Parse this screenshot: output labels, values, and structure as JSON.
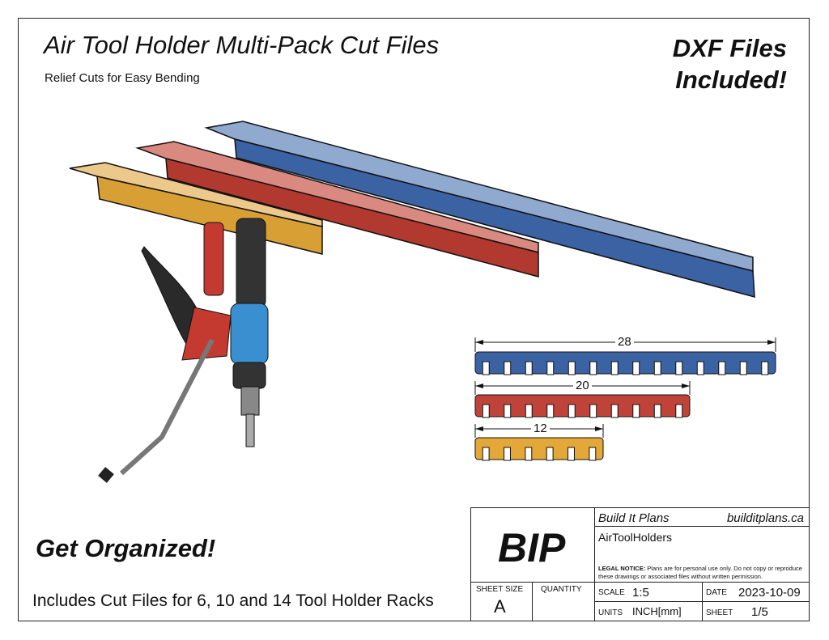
{
  "title": "Air Tool Holder Multi-Pack Cut Files",
  "subtitle": "Relief Cuts for Easy Bending",
  "dxf_line1": "DXF Files",
  "dxf_line2": "Included!",
  "get_organized": "Get Organized!",
  "includes": "Includes Cut Files for 6, 10 and 14 Tool Holder Racks",
  "dimensions": {
    "long": "28",
    "medium": "20",
    "short": "12"
  },
  "colors": {
    "blue": "#3b62a3",
    "red": "#c0433a",
    "yellow": "#e4a838"
  },
  "title_block": {
    "company": "Build It Plans",
    "website": "builditplans.ca",
    "logo": "BIP",
    "drawing_name": "AirToolHolders",
    "legal_label": "LEGAL NOTICE:",
    "legal_text": "Plans are for personal use only. Do not copy or reproduce these drawings or associated files without written permission.",
    "sheet_size_label": "SHEET SIZE",
    "sheet_size": "A",
    "quantity_label": "QUANTITY",
    "scale_label": "SCALE",
    "scale": "1:5",
    "date_label": "DATE",
    "date": "2023-10-09",
    "units_label": "UNITS",
    "units": "INCH[mm]",
    "sheet_label": "SHEET",
    "sheet": "1/5"
  }
}
